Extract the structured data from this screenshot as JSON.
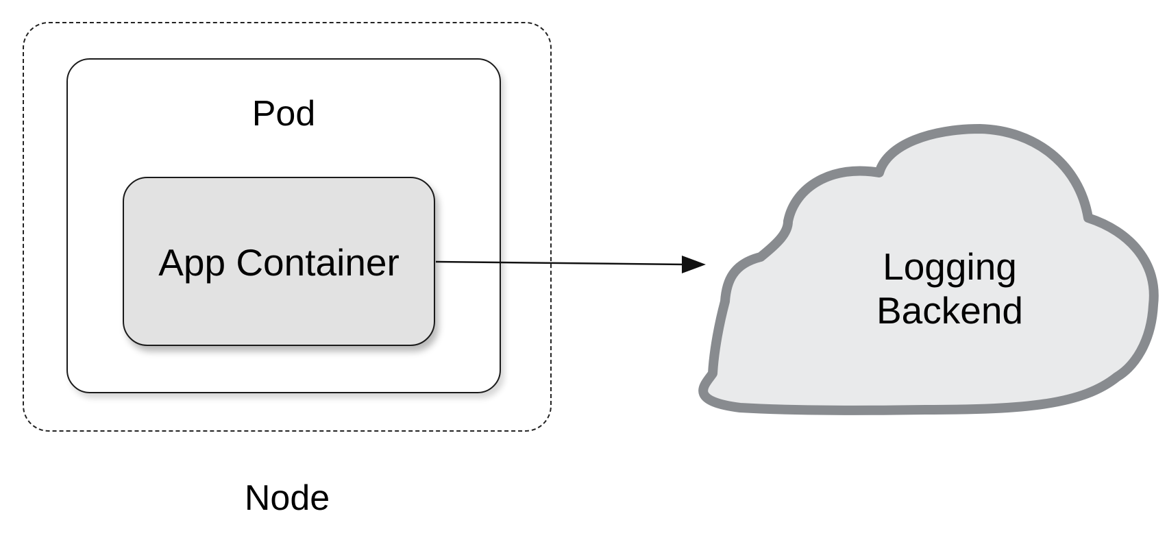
{
  "diagram": {
    "node": {
      "label": "Node"
    },
    "pod": {
      "label": "Pod"
    },
    "app_container": {
      "label": "App Container"
    },
    "logging_backend": {
      "line1": "Logging",
      "line2": "Backend"
    }
  },
  "colors": {
    "stroke": "#111111",
    "container_fill": "#e2e2e2",
    "cloud_fill": "#e9eaeb",
    "cloud_stroke": "#888b8f"
  }
}
